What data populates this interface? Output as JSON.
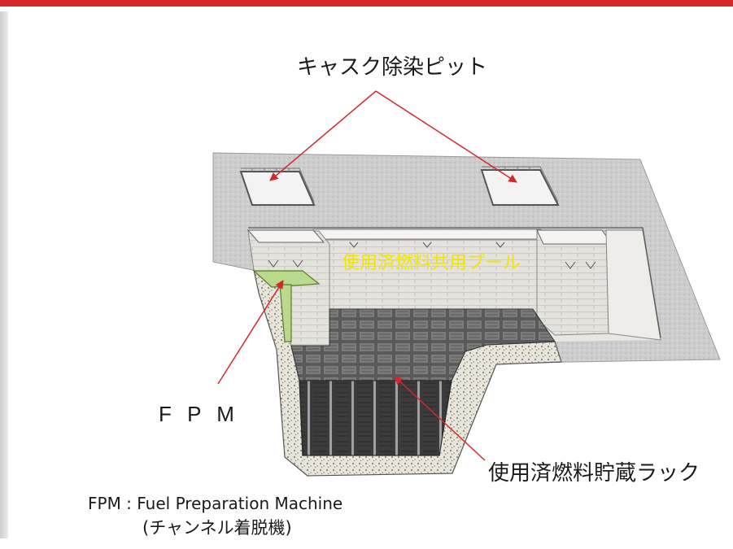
{
  "slide": {
    "accent_color": "#d7262c",
    "background": "#ffffff"
  },
  "diagram": {
    "labels": {
      "cask_pit": "キャスク除染ピット",
      "pool": "使用済燃料共用プール",
      "fpm": "F P M",
      "rack": "使用済燃料貯蔵ラック"
    },
    "colors": {
      "arrow": "#d7262c",
      "pool_label": "#f2e600",
      "fpm_machine": "#b9d98c"
    }
  },
  "footnote": {
    "line1": "FPM : Fuel Preparation Machine",
    "line2": "(チャンネル着脱機)"
  }
}
